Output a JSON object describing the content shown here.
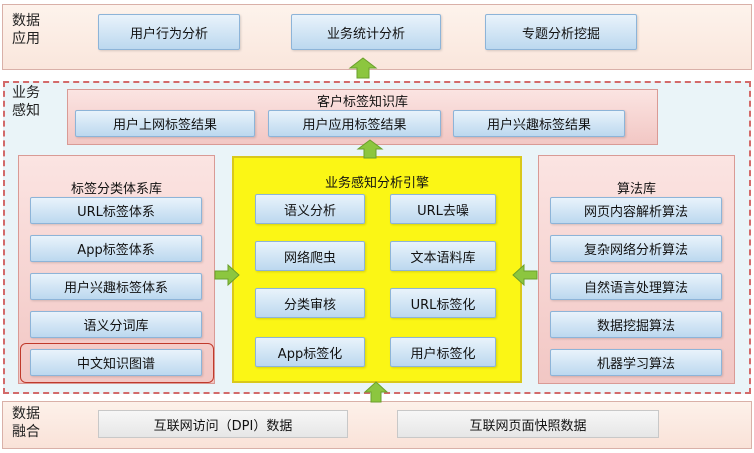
{
  "layers": {
    "application": {
      "label_line1": "数据",
      "label_line2": "应用",
      "items": [
        "用户行为分析",
        "业务统计分析",
        "专题分析挖掘"
      ]
    },
    "perception": {
      "label_line1": "业务",
      "label_line2": "感知",
      "kb_title": "客户标签知识库",
      "kb_items": [
        "用户上网标签结果",
        "用户应用标签结果",
        "用户兴趣标签结果"
      ]
    },
    "fusion": {
      "label_line1": "数据",
      "label_line2": "融合",
      "items": [
        "互联网访问（DPI）数据",
        "互联网页面快照数据"
      ]
    }
  },
  "tag_library": {
    "title": "标签分类体系库",
    "items": [
      "URL标签体系",
      "App标签体系",
      "用户兴趣标签体系",
      "语义分词库",
      "中文知识图谱"
    ]
  },
  "engine": {
    "title": "业务感知分析引擎",
    "items": [
      "语义分析",
      "URL去噪",
      "网络爬虫",
      "文本语料库",
      "分类审核",
      "URL标签化",
      "App标签化",
      "用户标签化"
    ]
  },
  "algorithm_library": {
    "title": "算法库",
    "items": [
      "网页内容解析算法",
      "复杂网络分析算法",
      "自然语言处理算法",
      "数据挖掘算法",
      "机器学习算法"
    ]
  },
  "colors": {
    "arrow": "#8cc63f",
    "engine_bg": "#fbf615",
    "dashed_border": "#d36a6a"
  }
}
